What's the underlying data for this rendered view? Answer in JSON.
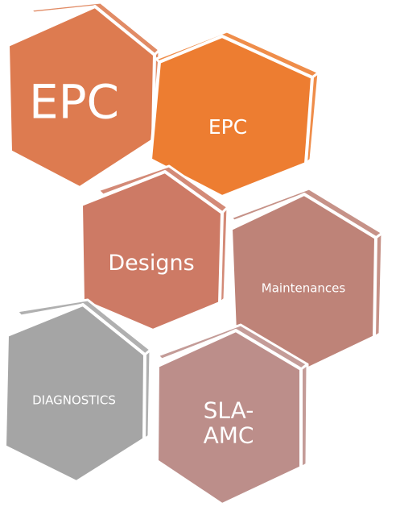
{
  "hexagons": [
    {
      "id": "epc-large",
      "label": "EPC",
      "color": "#DD7B50"
    },
    {
      "id": "epc",
      "label": "EPC",
      "color": "#ED7D31"
    },
    {
      "id": "designs",
      "label": "Designs",
      "color": "#CD7A65"
    },
    {
      "id": "maintenances",
      "label": "Maintenances",
      "color": "#BE8378"
    },
    {
      "id": "diagnostics",
      "label": "DIAGNOSTICS",
      "color": "#A5A5A5"
    },
    {
      "id": "sla-amc",
      "label": "SLA-\nAMC",
      "color": "#BC8E8A"
    }
  ]
}
